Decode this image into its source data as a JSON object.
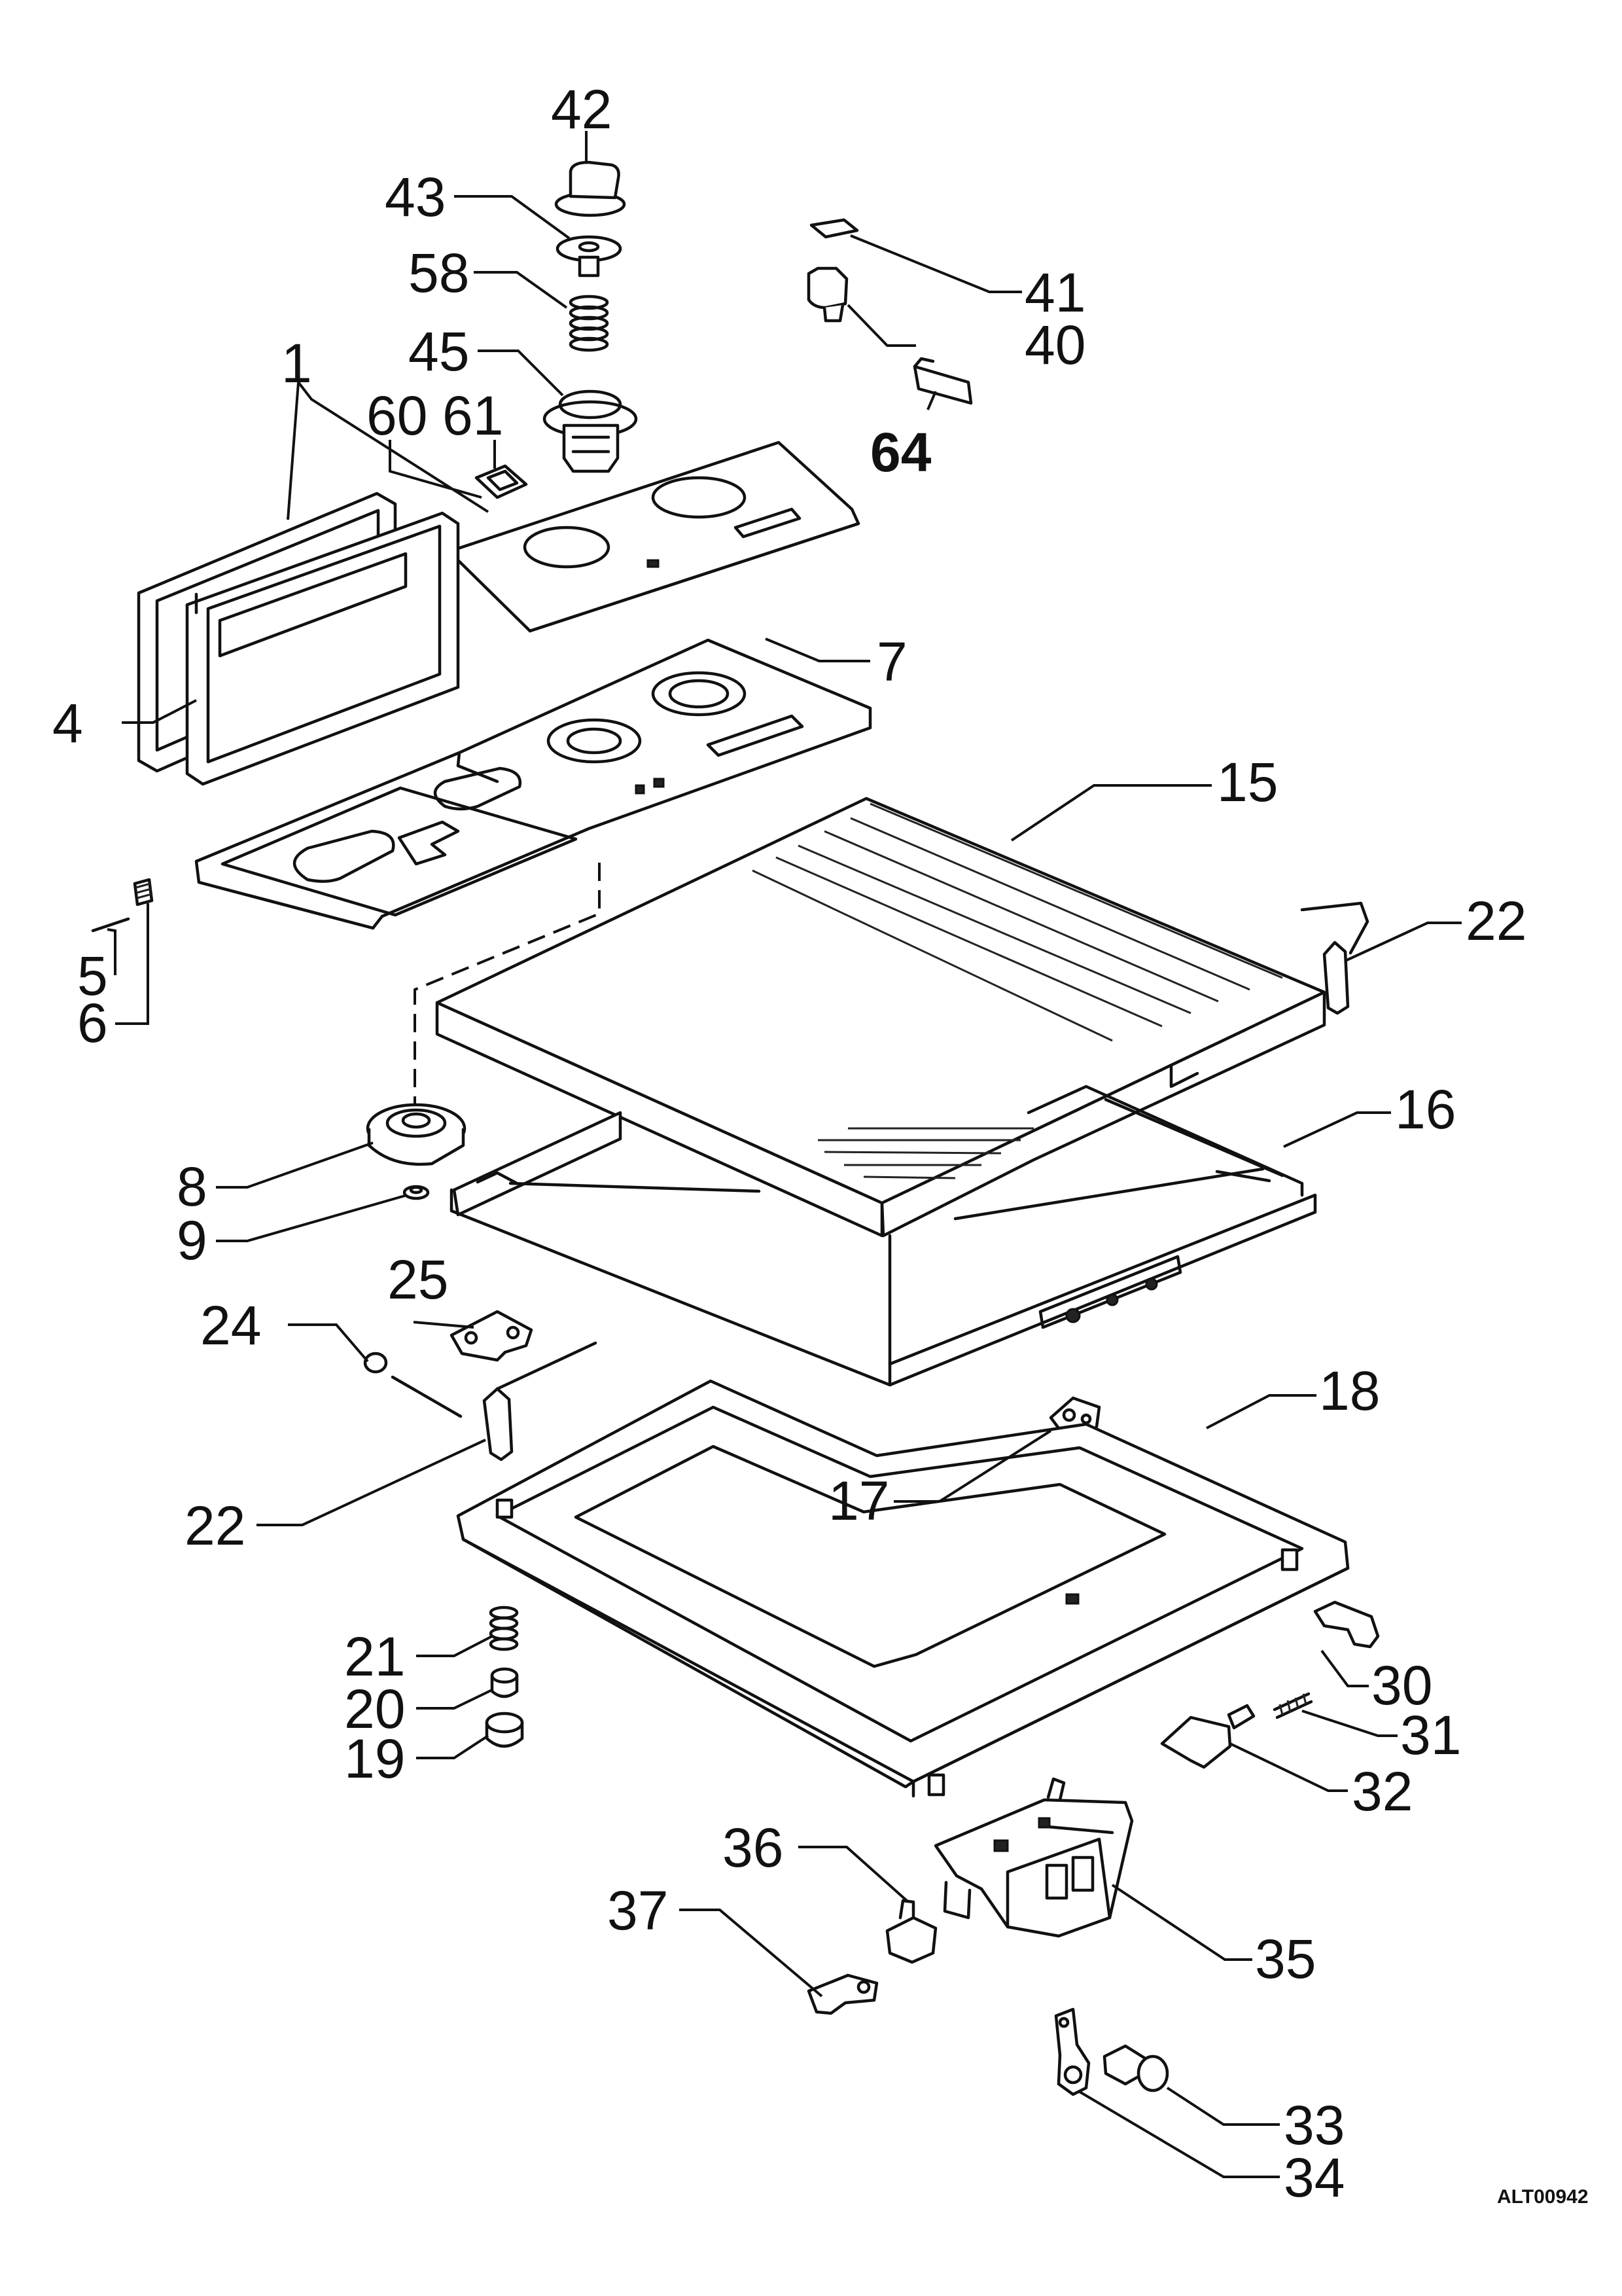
{
  "drawing": {
    "reference_code": "ALT00942",
    "callouts": [
      {
        "id": "c1",
        "label": "1"
      },
      {
        "id": "c4",
        "label": "4"
      },
      {
        "id": "c5",
        "label": "5"
      },
      {
        "id": "c6",
        "label": "6"
      },
      {
        "id": "c7",
        "label": "7"
      },
      {
        "id": "c8",
        "label": "8"
      },
      {
        "id": "c9",
        "label": "9"
      },
      {
        "id": "c15",
        "label": "15"
      },
      {
        "id": "c16",
        "label": "16"
      },
      {
        "id": "c17",
        "label": "17"
      },
      {
        "id": "c18",
        "label": "18"
      },
      {
        "id": "c19",
        "label": "19"
      },
      {
        "id": "c20",
        "label": "20"
      },
      {
        "id": "c21",
        "label": "21"
      },
      {
        "id": "c22a",
        "label": "22"
      },
      {
        "id": "c22b",
        "label": "22"
      },
      {
        "id": "c24",
        "label": "24"
      },
      {
        "id": "c25",
        "label": "25"
      },
      {
        "id": "c30",
        "label": "30"
      },
      {
        "id": "c31",
        "label": "31"
      },
      {
        "id": "c32",
        "label": "32"
      },
      {
        "id": "c33",
        "label": "33"
      },
      {
        "id": "c34",
        "label": "34"
      },
      {
        "id": "c35",
        "label": "35"
      },
      {
        "id": "c36",
        "label": "36"
      },
      {
        "id": "c37",
        "label": "37"
      },
      {
        "id": "c40",
        "label": "40"
      },
      {
        "id": "c41",
        "label": "41"
      },
      {
        "id": "c42",
        "label": "42"
      },
      {
        "id": "c43",
        "label": "43"
      },
      {
        "id": "c45",
        "label": "45"
      },
      {
        "id": "c58",
        "label": "58"
      },
      {
        "id": "c60",
        "label": "60"
      },
      {
        "id": "c61",
        "label": "61"
      },
      {
        "id": "c64",
        "label": "64"
      }
    ]
  }
}
